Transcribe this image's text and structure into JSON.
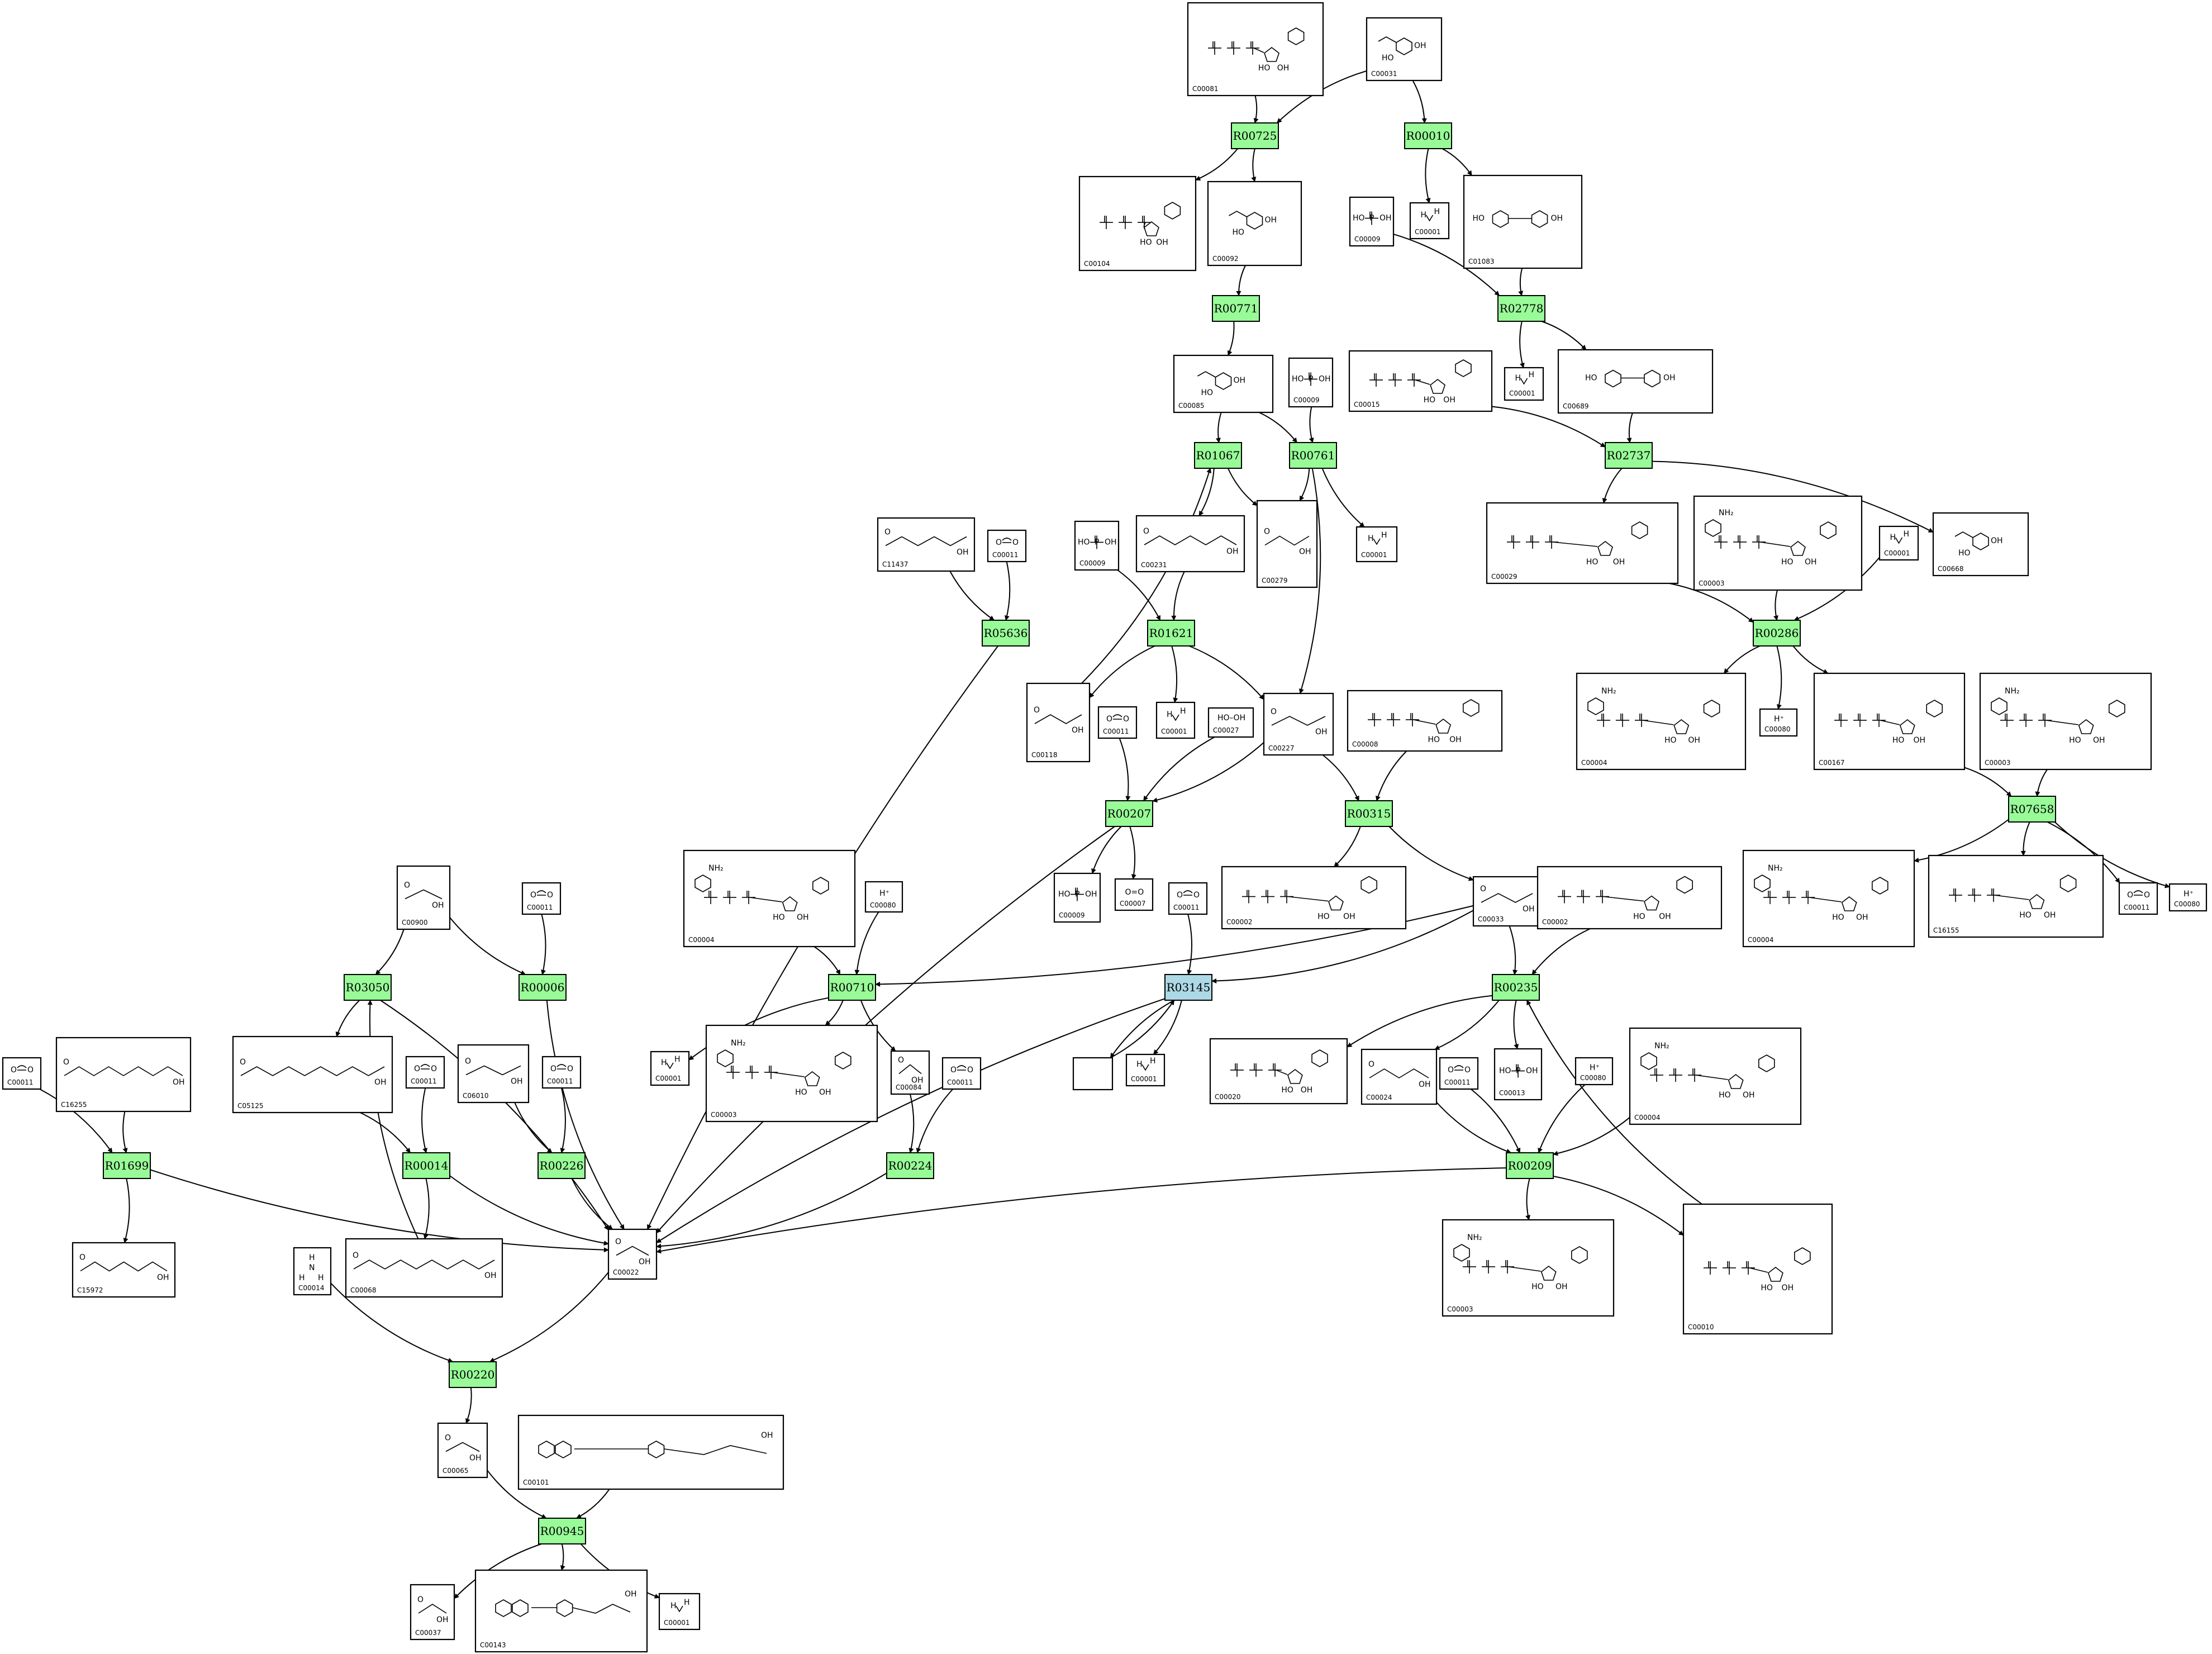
{
  "colors": {
    "reaction_fill": "#98fb98",
    "highlight_fill": "#add8e6",
    "stroke": "#000000",
    "background": "#ffffff"
  },
  "reactions": [
    {
      "id": "R00725",
      "label": "R00725",
      "highlight": false
    },
    {
      "id": "R00010",
      "label": "R00010",
      "highlight": false
    },
    {
      "id": "R00771",
      "label": "R00771",
      "highlight": false
    },
    {
      "id": "R02778",
      "label": "R02778",
      "highlight": false
    },
    {
      "id": "R01067",
      "label": "R01067",
      "highlight": false
    },
    {
      "id": "R00761",
      "label": "R00761",
      "highlight": false
    },
    {
      "id": "R02737",
      "label": "R02737",
      "highlight": false
    },
    {
      "id": "R05636",
      "label": "R05636",
      "highlight": false
    },
    {
      "id": "R01621",
      "label": "R01621",
      "highlight": false
    },
    {
      "id": "R00286",
      "label": "R00286",
      "highlight": false
    },
    {
      "id": "R00207",
      "label": "R00207",
      "highlight": false
    },
    {
      "id": "R00315",
      "label": "R00315",
      "highlight": false
    },
    {
      "id": "R07658",
      "label": "R07658",
      "highlight": false
    },
    {
      "id": "R03050",
      "label": "R03050",
      "highlight": false
    },
    {
      "id": "R00006",
      "label": "R00006",
      "highlight": false
    },
    {
      "id": "R00710",
      "label": "R00710",
      "highlight": false
    },
    {
      "id": "R03145",
      "label": "R03145",
      "highlight": true
    },
    {
      "id": "R00235",
      "label": "R00235",
      "highlight": false
    },
    {
      "id": "R01699",
      "label": "R01699",
      "highlight": false
    },
    {
      "id": "R00014",
      "label": "R00014",
      "highlight": false
    },
    {
      "id": "R00226",
      "label": "R00226",
      "highlight": false
    },
    {
      "id": "R00224",
      "label": "R00224",
      "highlight": false
    },
    {
      "id": "R00209",
      "label": "R00209",
      "highlight": false
    },
    {
      "id": "R00220",
      "label": "R00220",
      "highlight": false
    },
    {
      "id": "R00945",
      "label": "R00945",
      "highlight": false
    }
  ],
  "compounds": [
    {
      "id": "n_c00081",
      "label": "C00081"
    },
    {
      "id": "n_c00031",
      "label": "C00031"
    },
    {
      "id": "n_c00104",
      "label": "C00104"
    },
    {
      "id": "n_c00092",
      "label": "C00092"
    },
    {
      "id": "n_c00009a",
      "label": "C00009"
    },
    {
      "id": "n_c00001a",
      "label": "C00001"
    },
    {
      "id": "n_c01083",
      "label": "C01083"
    },
    {
      "id": "n_c00001b",
      "label": "C00001"
    },
    {
      "id": "n_c00689",
      "label": "C00689"
    },
    {
      "id": "n_c00085",
      "label": "C00085"
    },
    {
      "id": "n_c00009b",
      "label": "C00009"
    },
    {
      "id": "n_c00015",
      "label": "C00015"
    },
    {
      "id": "n_c11437",
      "label": "C11437"
    },
    {
      "id": "n_c00011a",
      "label": "C00011"
    },
    {
      "id": "n_c00009c",
      "label": "C00009"
    },
    {
      "id": "n_c00231",
      "label": "C00231"
    },
    {
      "id": "n_c00279",
      "label": "C00279"
    },
    {
      "id": "n_c00001c",
      "label": "C00001"
    },
    {
      "id": "n_c00029",
      "label": "C00029"
    },
    {
      "id": "n_c00003a",
      "label": "C00003"
    },
    {
      "id": "n_c00001d",
      "label": "C00001"
    },
    {
      "id": "n_c00668",
      "label": "C00668"
    },
    {
      "id": "n_c00118",
      "label": "C00118"
    },
    {
      "id": "n_c00001e",
      "label": "C00001"
    },
    {
      "id": "n_c00011b",
      "label": "C00011"
    },
    {
      "id": "n_c00027",
      "label": "C00027"
    },
    {
      "id": "n_c00227",
      "label": "C00227"
    },
    {
      "id": "n_c00008",
      "label": "C00008"
    },
    {
      "id": "n_c00004a",
      "label": "C00004"
    },
    {
      "id": "n_c00080a",
      "label": "C00080"
    },
    {
      "id": "n_c00167",
      "label": "C00167"
    },
    {
      "id": "n_c00003b",
      "label": "C00003"
    },
    {
      "id": "n_c00009d",
      "label": "C00009"
    },
    {
      "id": "n_c00007",
      "label": "C00007"
    },
    {
      "id": "n_c00011c",
      "label": "C00011"
    },
    {
      "id": "n_c00002a",
      "label": "C00002"
    },
    {
      "id": "n_c00033",
      "label": "C00033"
    },
    {
      "id": "n_c00002b",
      "label": "C00002"
    },
    {
      "id": "n_c00004b",
      "label": "C00004"
    },
    {
      "id": "n_c16155",
      "label": "C16155"
    },
    {
      "id": "n_c00011d",
      "label": "C00011"
    },
    {
      "id": "n_c00080b",
      "label": "C00080"
    },
    {
      "id": "n_c00900",
      "label": "C00900"
    },
    {
      "id": "n_c00011e",
      "label": "C00011"
    },
    {
      "id": "n_c00004c",
      "label": "C00004"
    },
    {
      "id": "n_c00080c",
      "label": "C00080"
    },
    {
      "id": "n_c00011f",
      "label": "C00011"
    },
    {
      "id": "n_c16255",
      "label": "C16255"
    },
    {
      "id": "n_c05125",
      "label": "C05125"
    },
    {
      "id": "n_c00011g",
      "label": "C00011"
    },
    {
      "id": "n_c06010",
      "label": "C06010"
    },
    {
      "id": "n_c00011h",
      "label": "C00011"
    },
    {
      "id": "n_c00001f",
      "label": "C00001"
    },
    {
      "id": "n_c00003c",
      "label": "C00003"
    },
    {
      "id": "n_c00084",
      "label": "C00084"
    },
    {
      "id": "n_c00011i",
      "label": "C00011"
    },
    {
      "id": "n_blank",
      "label": ""
    },
    {
      "id": "n_c00001g",
      "label": "C00001"
    },
    {
      "id": "n_c00020",
      "label": "C00020"
    },
    {
      "id": "n_c00024",
      "label": "C00024"
    },
    {
      "id": "n_c00011j",
      "label": "C00011"
    },
    {
      "id": "n_c00013",
      "label": "C00013"
    },
    {
      "id": "n_c00080d",
      "label": "C00080"
    },
    {
      "id": "n_c00004d",
      "label": "C00004"
    },
    {
      "id": "n_c15972",
      "label": "C15972"
    },
    {
      "id": "n_c00014",
      "label": "C00014"
    },
    {
      "id": "n_c00068",
      "label": "C00068"
    },
    {
      "id": "n_c00022",
      "label": "C00022"
    },
    {
      "id": "n_c00003d",
      "label": "C00003"
    },
    {
      "id": "n_c00010",
      "label": "C00010"
    },
    {
      "id": "n_c00065",
      "label": "C00065"
    },
    {
      "id": "n_c00101",
      "label": "C00101"
    },
    {
      "id": "n_c00037",
      "label": "C00037"
    },
    {
      "id": "n_c00143",
      "label": "C00143"
    },
    {
      "id": "n_c00001h",
      "label": "C00001"
    }
  ]
}
